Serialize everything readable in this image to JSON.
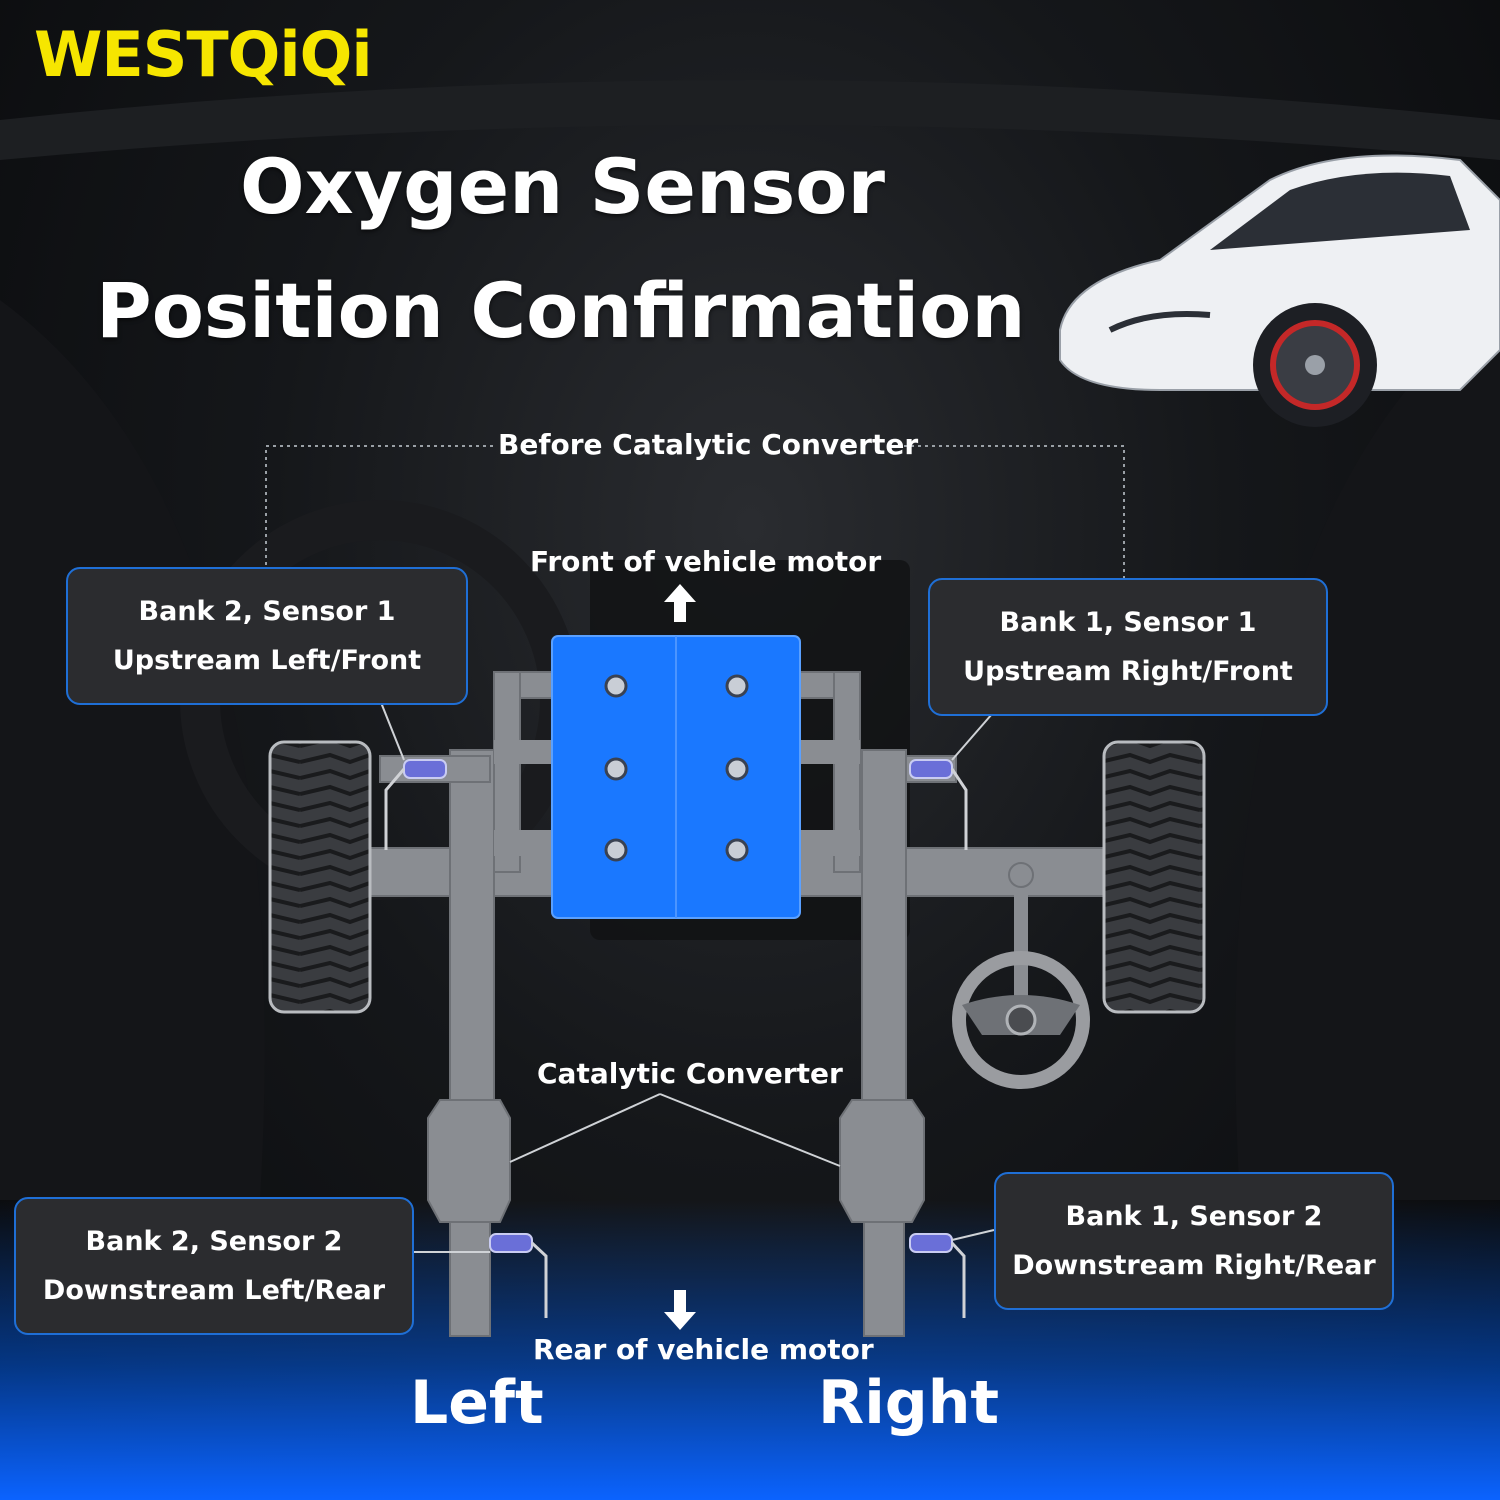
{
  "brand": "WESTQiQi",
  "title": {
    "line1": "Oxygen Sensor",
    "line2": "Position Confirmation"
  },
  "labels": {
    "before_catalytic": "Before Catalytic Converter",
    "front_motor": "Front of vehicle motor",
    "catalytic": "Catalytic Converter",
    "rear_motor": "Rear of vehicle motor",
    "left": "Left",
    "right": "Right"
  },
  "sensors": {
    "b2s1": {
      "title": "Bank 2, Sensor 1",
      "desc": "Upstream Left/Front"
    },
    "b1s1": {
      "title": "Bank 1, Sensor 1",
      "desc": "Upstream Right/Front"
    },
    "b2s2": {
      "title": "Bank 2, Sensor 2",
      "desc": "Downstream Left/Rear"
    },
    "b1s2": {
      "title": "Bank 1, Sensor 2",
      "desc": "Downstream Right/Rear"
    }
  },
  "colors": {
    "brand": "#f6e600",
    "engine": "#1a78ff",
    "pipe": "#8a8d92",
    "box_border": "#1f6fd6",
    "sensor": "#6a6fd8"
  },
  "icons": [
    "car-icon",
    "engine-icon",
    "tire-icon",
    "steering-wheel-icon",
    "arrow-up-icon",
    "arrow-down-icon"
  ]
}
